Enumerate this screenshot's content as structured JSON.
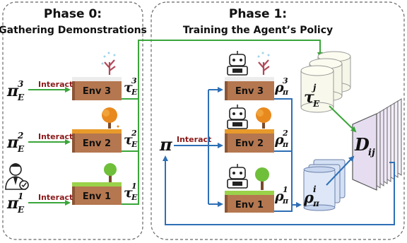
{
  "phase0": {
    "title": "Phase 0:",
    "subtitle": "Gathering Demonstrations",
    "interact_label": "Interact",
    "policy_symbol": "π",
    "policy_sub": "E",
    "envs": [
      {
        "label": "Env 3",
        "policy_sup": "3",
        "traj_sup": "3",
        "season": "winter"
      },
      {
        "label": "Env 2",
        "policy_sup": "2",
        "traj_sup": "2",
        "season": "autumn"
      },
      {
        "label": "Env 1",
        "policy_sup": "1",
        "traj_sup": "1",
        "season": "summer"
      }
    ],
    "traj_symbol": "τ",
    "traj_sub": "E"
  },
  "phase1": {
    "title": "Phase 1:",
    "subtitle": "Training the Agent’s Policy",
    "interact_label": "Interact",
    "policy_symbol": "π",
    "envs": [
      {
        "label": "Env 3",
        "rho_sup": "3"
      },
      {
        "label": "Env 2",
        "rho_sup": "2"
      },
      {
        "label": "Env 1",
        "rho_sup": "1"
      }
    ],
    "rho_symbol": "ρ",
    "rho_sub": "π",
    "rho_i_sup": "i",
    "tau_j_symbol": "τ",
    "tau_j_sup": "j",
    "tau_j_sub": "E",
    "disc_symbol": "D",
    "disc_sub": "ij"
  },
  "colors": {
    "green_arrow": "#3aa53a",
    "blue_arrow": "#2e6fb5",
    "interact_text": "#8b1a1a",
    "dirt": "#b5774f",
    "dirt_dark": "#8c5535",
    "grass": "#9ad24a",
    "snow": "#e8e8e8",
    "autumn_ground": "#e89a2a"
  }
}
